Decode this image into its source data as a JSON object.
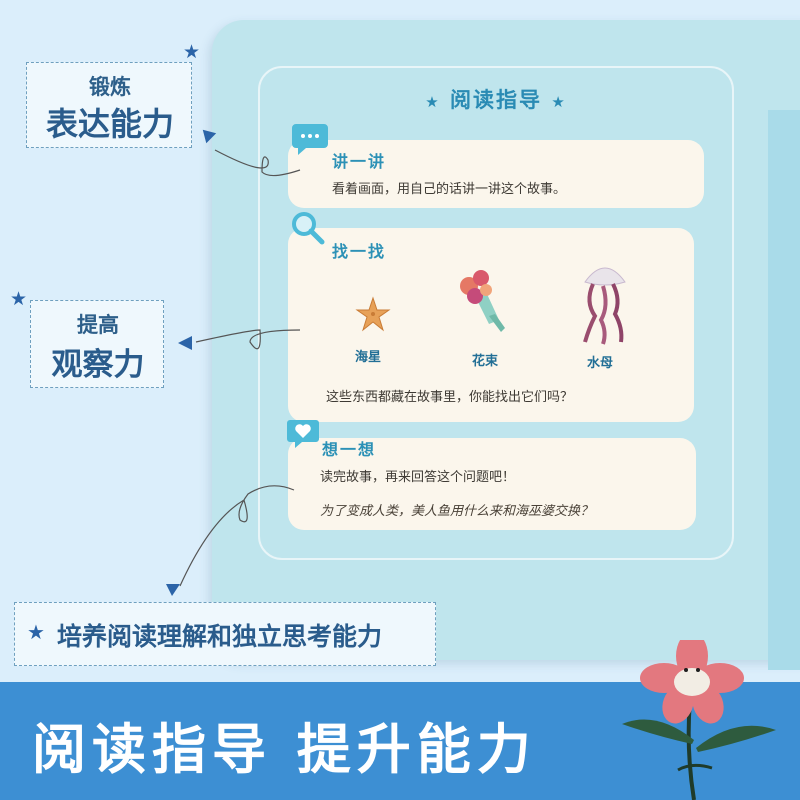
{
  "callouts": {
    "express": {
      "line1": "锻炼",
      "line2": "表达能力"
    },
    "observe": {
      "line1": "提高",
      "line2": "观察力"
    },
    "think": {
      "text": "培养阅读理解和独立思考能力"
    }
  },
  "guide": {
    "title": "阅读指导",
    "sections": [
      {
        "heading": "讲一讲",
        "text": "看着画面，用自己的话讲一讲这个故事。"
      },
      {
        "heading": "找一找",
        "items": [
          "海星",
          "花束",
          "水母"
        ],
        "text": "这些东西都藏在故事里，你能找出它们吗？"
      },
      {
        "heading": "想一想",
        "text": "读完故事，再来回答这个问题吧！",
        "question": "为了变成人类，美人鱼用什么来和海巫婆交换？"
      }
    ]
  },
  "banner": {
    "text": "阅读指导  提升能力"
  },
  "colors": {
    "band": "#3d8fd3",
    "accent": "#2a8bb4",
    "card": "#fbf6ec",
    "book": "#bfe5ed"
  },
  "icons": [
    "star-icon",
    "chat-bubble-icon",
    "magnifier-icon",
    "heart-bubble-icon",
    "starfish-icon",
    "bouquet-icon",
    "jellyfish-icon",
    "flower-character-icon"
  ]
}
